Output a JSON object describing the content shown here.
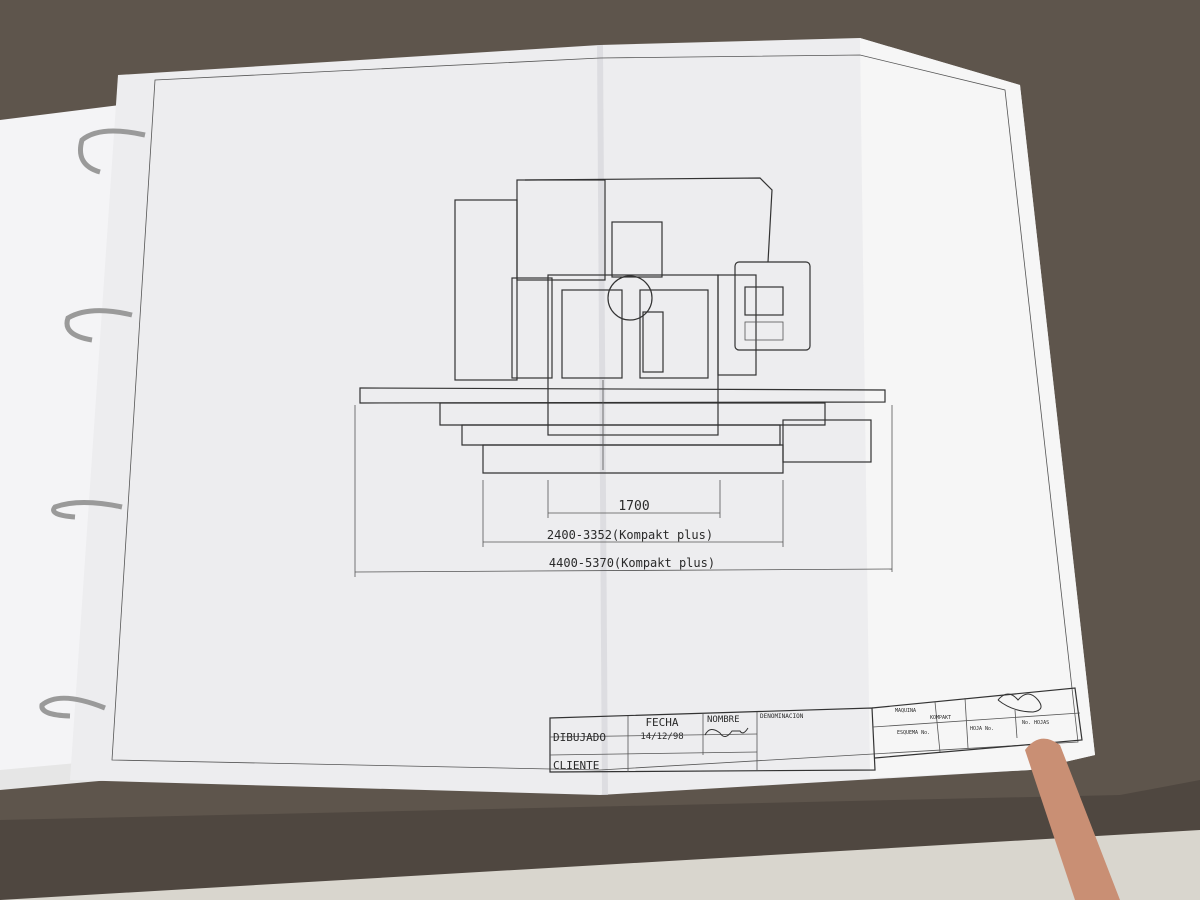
{
  "drawing": {
    "dimensions": [
      {
        "label": "1700"
      },
      {
        "label": "2400-3352(Kompakt plus)"
      },
      {
        "label": "4400-5370(Kompakt plus)"
      }
    ],
    "title_block": {
      "dibujado_label": "DIBUJADO",
      "cliente_label": "CLIENTE",
      "fecha_label": "FECHA",
      "fecha_value": "14/12/98",
      "nombre_label": "NOMBRE",
      "denominacion_label": "DENOMINACION",
      "maquina_label": "MAQUINA",
      "maquina_value": "KOMPAKT",
      "esquema_label": "ESQUEMA No.",
      "hoja_label": "HOJA No.",
      "no_hojas_label": "No. HOJAS"
    }
  },
  "colors": {
    "table": "#5e554c",
    "paper": "#eeeeef",
    "ink": "#2a2a2a"
  }
}
